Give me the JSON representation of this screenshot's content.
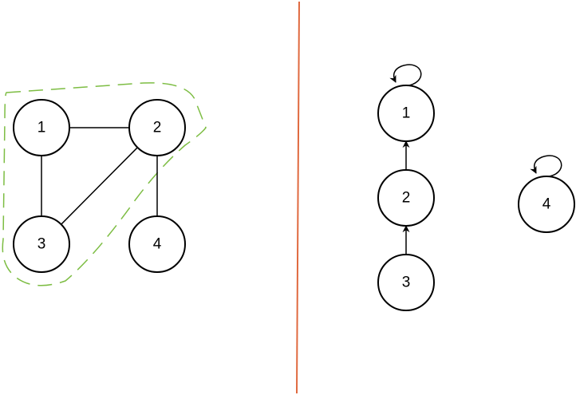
{
  "colors": {
    "divider": "#e0693f",
    "component_outline": "#7dbd43",
    "node_stroke": "#000000",
    "edge": "#000000"
  },
  "left_graph": {
    "nodes": [
      {
        "id": "1",
        "label": "1"
      },
      {
        "id": "2",
        "label": "2"
      },
      {
        "id": "3",
        "label": "3"
      },
      {
        "id": "4",
        "label": "4"
      }
    ],
    "edges": [
      {
        "from": "1",
        "to": "2"
      },
      {
        "from": "1",
        "to": "3"
      },
      {
        "from": "2",
        "to": "3"
      },
      {
        "from": "2",
        "to": "4"
      }
    ],
    "highlighted_component": [
      "1",
      "2",
      "3"
    ]
  },
  "right_graph": {
    "nodes": [
      {
        "id": "1",
        "label": "1"
      },
      {
        "id": "2",
        "label": "2"
      },
      {
        "id": "3",
        "label": "3"
      },
      {
        "id": "4",
        "label": "4"
      }
    ],
    "arrows": [
      {
        "from": "2",
        "to": "1"
      },
      {
        "from": "3",
        "to": "2"
      }
    ],
    "self_loops": [
      "1",
      "4"
    ]
  }
}
